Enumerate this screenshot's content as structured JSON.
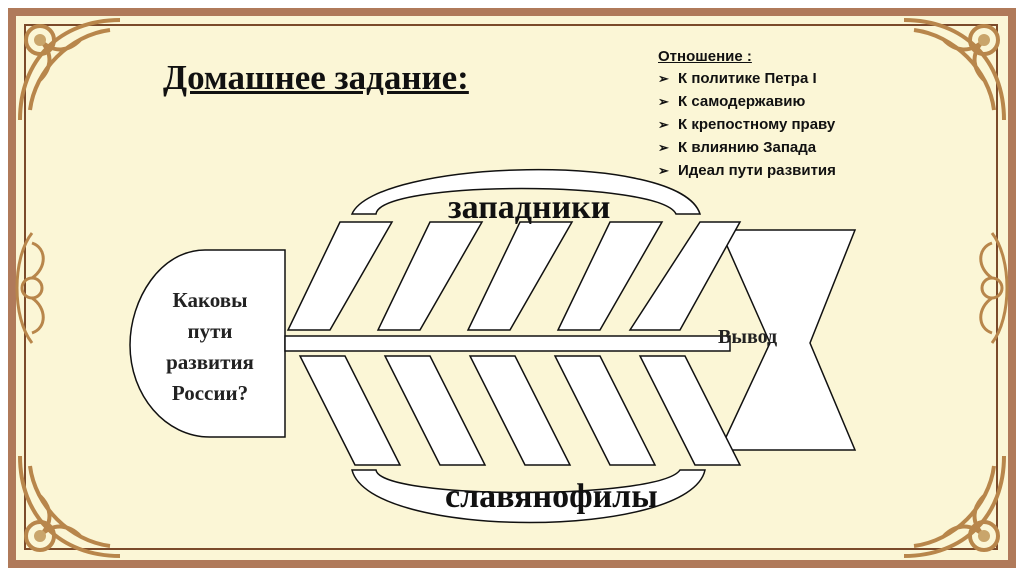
{
  "title": "Домашнее задание:",
  "relation": {
    "heading": "Отношение :",
    "items": [
      "К политике Петра I",
      "К самодержавию",
      "К крепостному праву",
      "К влиянию Запада",
      "Идеал пути развития"
    ]
  },
  "diagram": {
    "head_lines": [
      "Каковы",
      "пути",
      "развития",
      "России?"
    ],
    "tail_label": "Вывод",
    "top_label": "западники",
    "bottom_label": "славянофилы"
  },
  "colors": {
    "background": "#fbf6d6",
    "frame": "#b07a5a",
    "ornament": "#b8864b",
    "shape_stroke": "#111111",
    "shape_fill": "#ffffff"
  }
}
